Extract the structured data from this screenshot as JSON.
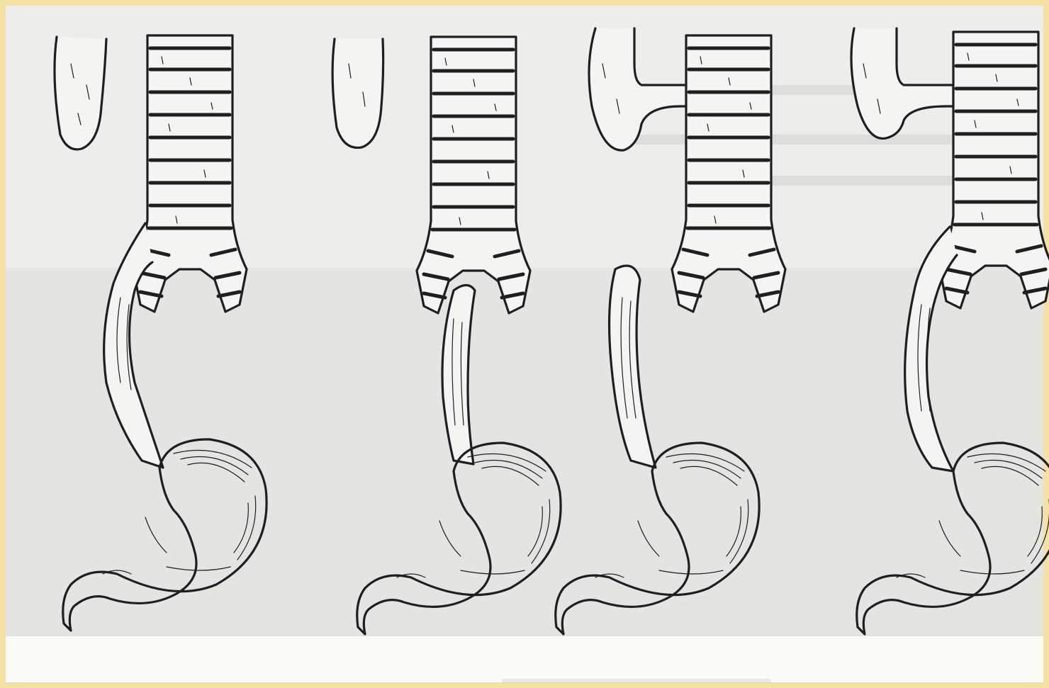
{
  "figure": {
    "panels": [
      {
        "variant": "upper-pouch-lower-fistula"
      },
      {
        "variant": "upper-pouch-lower-fistula-carina"
      },
      {
        "variant": "upper-fistula-lower-pouch"
      },
      {
        "variant": "double-fistula"
      }
    ],
    "colors": {
      "frame": "#f3e2a3",
      "paper": "#ededeb",
      "ink": "#1f1f1f"
    }
  }
}
